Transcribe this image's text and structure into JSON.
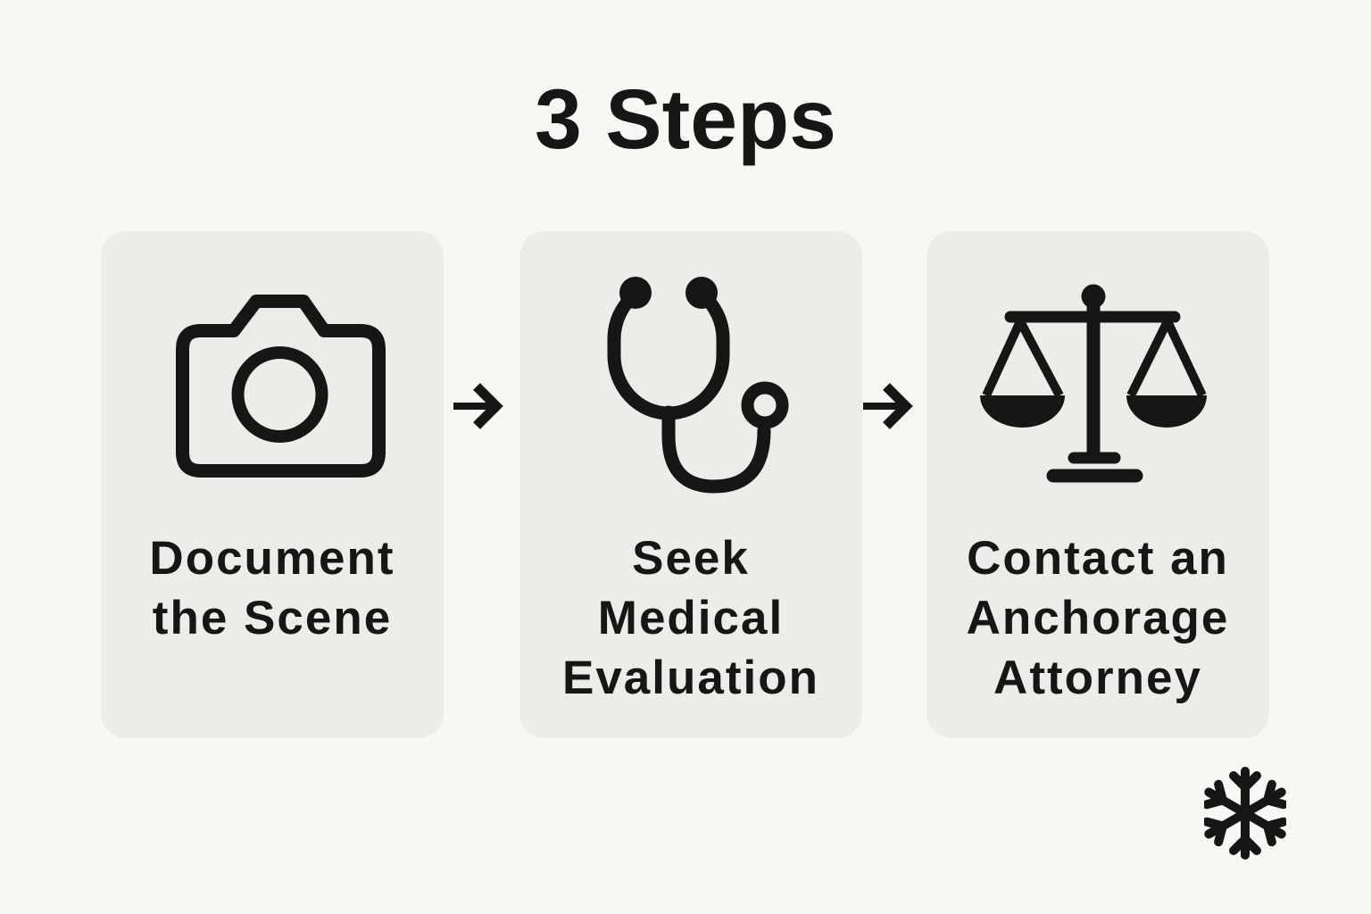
{
  "page": {
    "title": "3 Steps"
  },
  "steps": [
    {
      "icon": "camera-icon",
      "label": "Document the Scene",
      "lines": [
        "Document",
        "the Scene"
      ]
    },
    {
      "icon": "stethoscope-icon",
      "label": "Seek Medical Evaluation",
      "lines": [
        "Seek",
        "Medical",
        "Evaluation"
      ]
    },
    {
      "icon": "scales-of-justice-icon",
      "label": "Contact an Anchorage Attorney",
      "lines": [
        "Contact an",
        "Anchorage",
        "Attorney"
      ]
    }
  ],
  "decorations": {
    "connector_icon": "arrow-right-icon",
    "corner_icon": "snowflake-icon"
  },
  "colors": {
    "background": "#F8F7F3",
    "card": "#EDECE9",
    "ink": "#161616"
  }
}
